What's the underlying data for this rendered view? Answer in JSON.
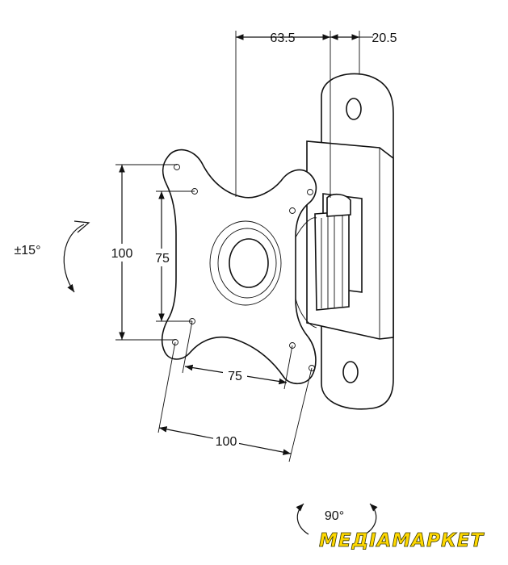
{
  "dimensions": {
    "top_depth": "63.5",
    "top_offset": "20.5",
    "vertical_outer": "100",
    "vertical_inner": "75",
    "horizontal_inner": "75",
    "horizontal_outer": "100"
  },
  "rotations": {
    "tilt": "±15°",
    "swivel": "90°"
  },
  "brand": {
    "logo_text": "МЕДІАМАРКЕТ"
  }
}
